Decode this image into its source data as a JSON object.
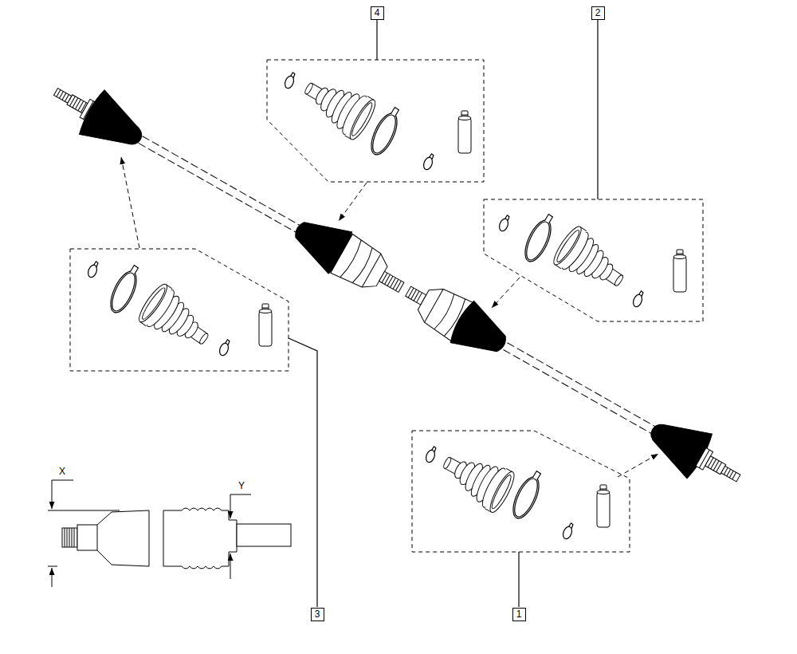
{
  "diagram": {
    "nodes": [
      {
        "text": [
          "4"
        ]
      },
      {
        "text": [
          "2"
        ]
      },
      {
        "text": [
          "3"
        ]
      },
      {
        "text": [
          "1"
        ]
      }
    ],
    "labels": [
      "X",
      "Y"
    ]
  }
}
